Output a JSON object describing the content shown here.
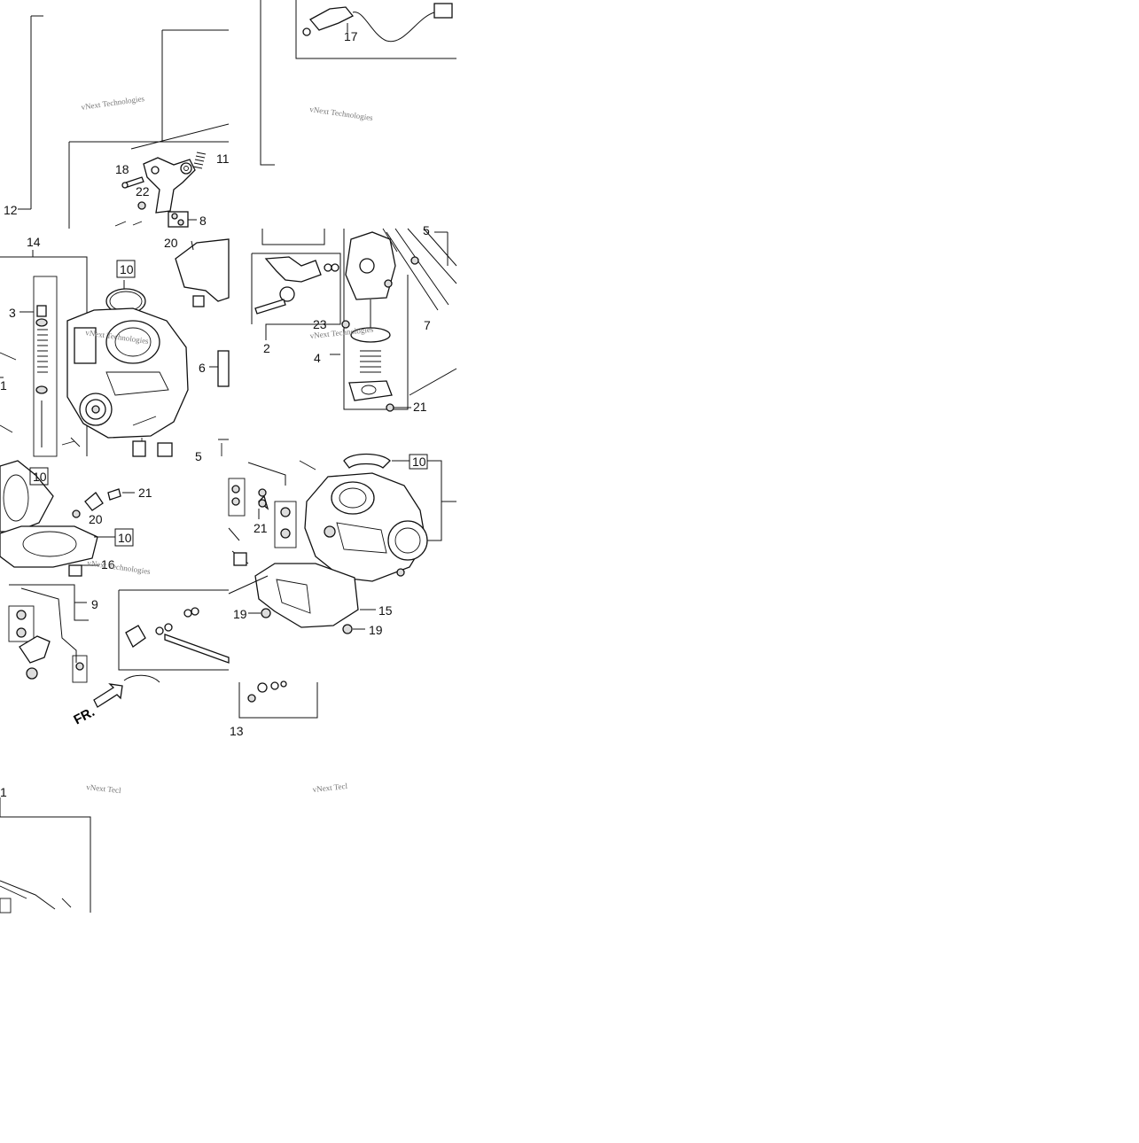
{
  "diagram": {
    "callouts": [
      {
        "id": "c1",
        "label": "17"
      },
      {
        "id": "c2",
        "label": "11"
      },
      {
        "id": "c3",
        "label": "18"
      },
      {
        "id": "c4",
        "label": "22"
      },
      {
        "id": "c5",
        "label": "12"
      },
      {
        "id": "c6",
        "label": "8"
      },
      {
        "id": "c7",
        "label": "14"
      },
      {
        "id": "c8",
        "label": "20"
      },
      {
        "id": "c9",
        "label": "3"
      },
      {
        "id": "c10",
        "label": "6"
      },
      {
        "id": "c11",
        "label": "1"
      },
      {
        "id": "c12",
        "label": "5"
      },
      {
        "id": "c13",
        "label": "2"
      },
      {
        "id": "c14",
        "label": "23"
      },
      {
        "id": "c15",
        "label": "4"
      },
      {
        "id": "c16",
        "label": "7"
      },
      {
        "id": "c17",
        "label": "21"
      },
      {
        "id": "c18",
        "label": "5"
      },
      {
        "id": "c19",
        "label": "21"
      },
      {
        "id": "c20",
        "label": "20"
      },
      {
        "id": "c21",
        "label": "16"
      },
      {
        "id": "c22",
        "label": "9"
      },
      {
        "id": "c23",
        "label": "21"
      },
      {
        "id": "c24",
        "label": "15"
      },
      {
        "id": "c25",
        "label": "19"
      },
      {
        "id": "c26",
        "label": "19"
      },
      {
        "id": "c27",
        "label": "13"
      },
      {
        "id": "c28",
        "label": "1"
      }
    ],
    "boxed_callouts": [
      {
        "id": "b1",
        "label": "10"
      },
      {
        "id": "b2",
        "label": "10"
      },
      {
        "id": "b3",
        "label": "10"
      },
      {
        "id": "b4",
        "label": "10"
      }
    ],
    "direction_marker": {
      "label": "FR."
    },
    "watermarks": [
      {
        "id": "w1",
        "text": "vNext Technologies"
      },
      {
        "id": "w2",
        "text": "vNext Technologies"
      },
      {
        "id": "w3",
        "text": "vNext Technologies"
      },
      {
        "id": "w4",
        "text": "vNext Technologies"
      },
      {
        "id": "w5",
        "text": "vNext Technologies"
      },
      {
        "id": "w6",
        "text": "vNext Tecl"
      },
      {
        "id": "w7",
        "text": "vNext Tecl"
      }
    ]
  }
}
